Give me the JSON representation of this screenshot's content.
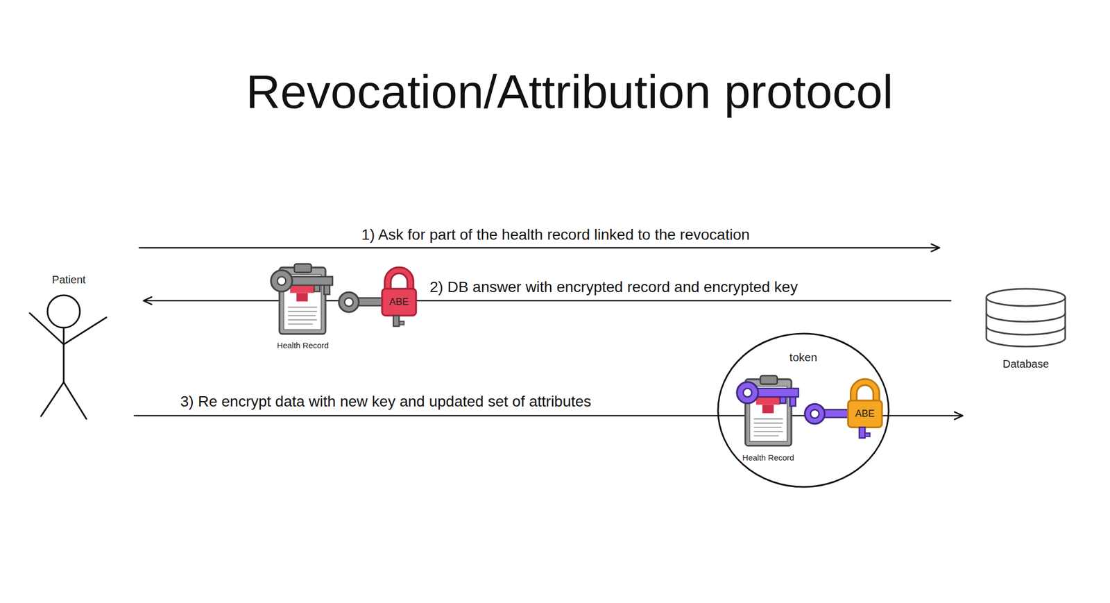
{
  "diagram": {
    "title": "Revocation/Attribution protocol",
    "nodes": [
      {
        "text": [
          "Patient"
        ]
      },
      {
        "text": [
          "Database"
        ]
      },
      {
        "text": [
          "token"
        ]
      }
    ],
    "edges": [
      {
        "from": 0,
        "to": 1,
        "arrow": "to",
        "label": "1) Ask for part of the health record linked to the revocation"
      },
      {
        "from": 1,
        "to": 0,
        "arrow": "to",
        "label": "2) DB answer with encrypted record and encrypted key"
      },
      {
        "from": 0,
        "to": 1,
        "arrow": "to",
        "label": "3) Re encrypt data with new key and updated set of attributes"
      }
    ],
    "labels": [
      "ABE",
      "Health Record",
      "ABE",
      "Health Record"
    ]
  }
}
